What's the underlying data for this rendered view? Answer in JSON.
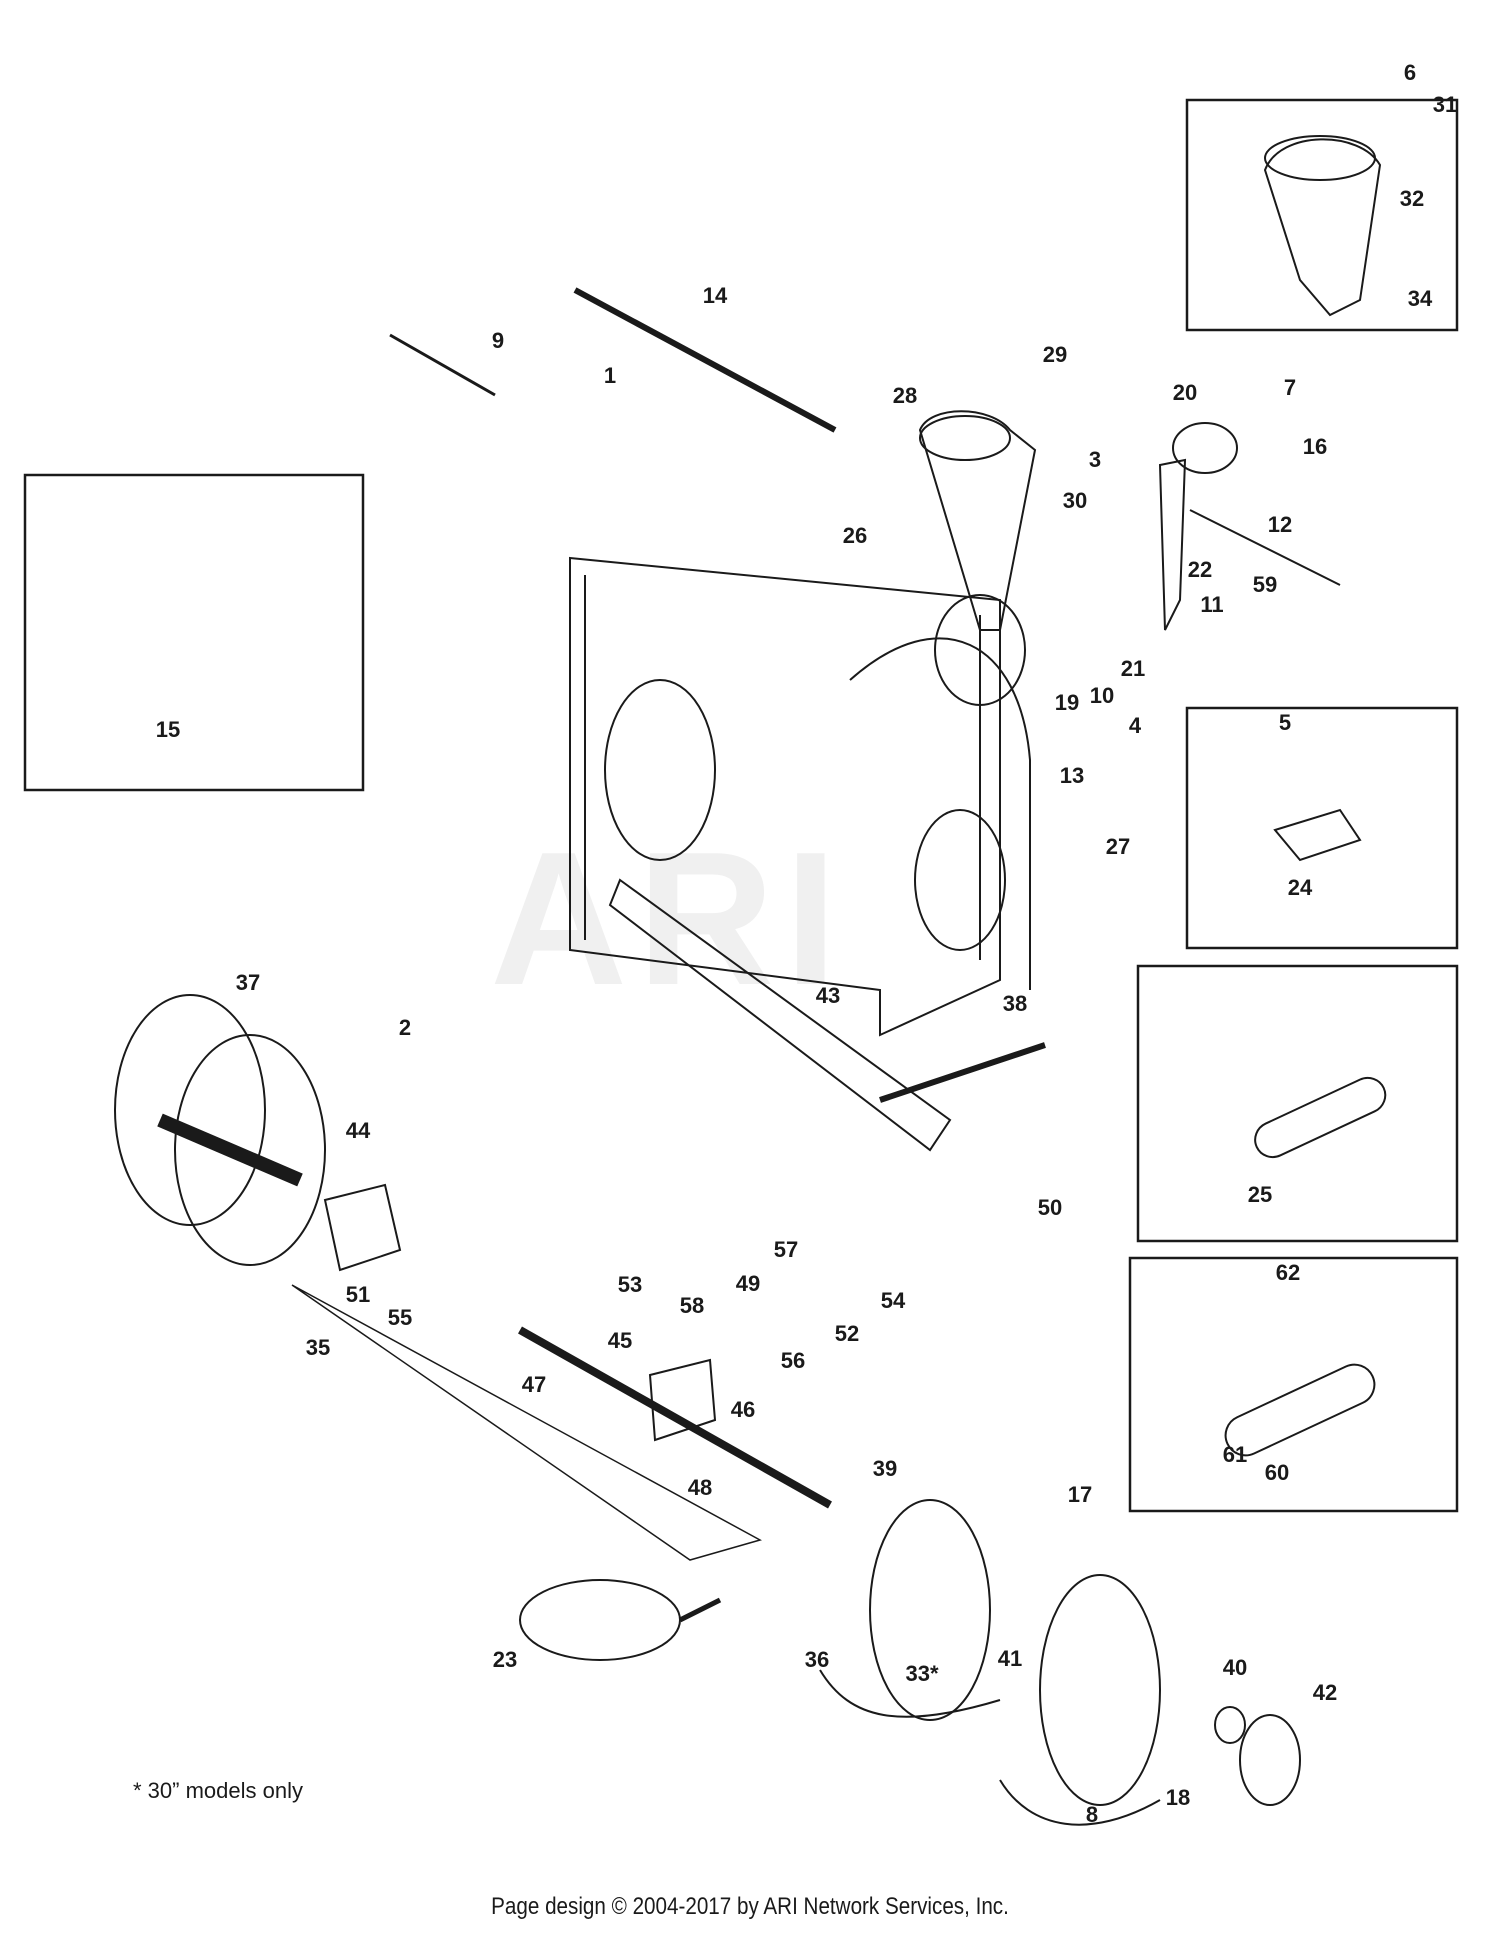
{
  "watermark": "ARI",
  "footnote": "* 30” models only",
  "footer": "Page design © 2004-2017 by ARI Network Services, Inc.",
  "labels": [
    "1",
    "2",
    "3",
    "4",
    "5",
    "6",
    "7",
    "8",
    "9",
    "10",
    "11",
    "12",
    "13",
    "14",
    "15",
    "16",
    "17",
    "18",
    "19",
    "20",
    "21",
    "22",
    "23",
    "24",
    "25",
    "26",
    "27",
    "28",
    "29",
    "30",
    "31",
    "32",
    "33*",
    "34",
    "35",
    "36",
    "37",
    "38",
    "39",
    "40",
    "41",
    "42",
    "43",
    "44",
    "45",
    "46",
    "47",
    "48",
    "49",
    "50",
    "51",
    "52",
    "53",
    "54",
    "55",
    "56",
    "57",
    "58",
    "59",
    "60",
    "61",
    "62"
  ]
}
